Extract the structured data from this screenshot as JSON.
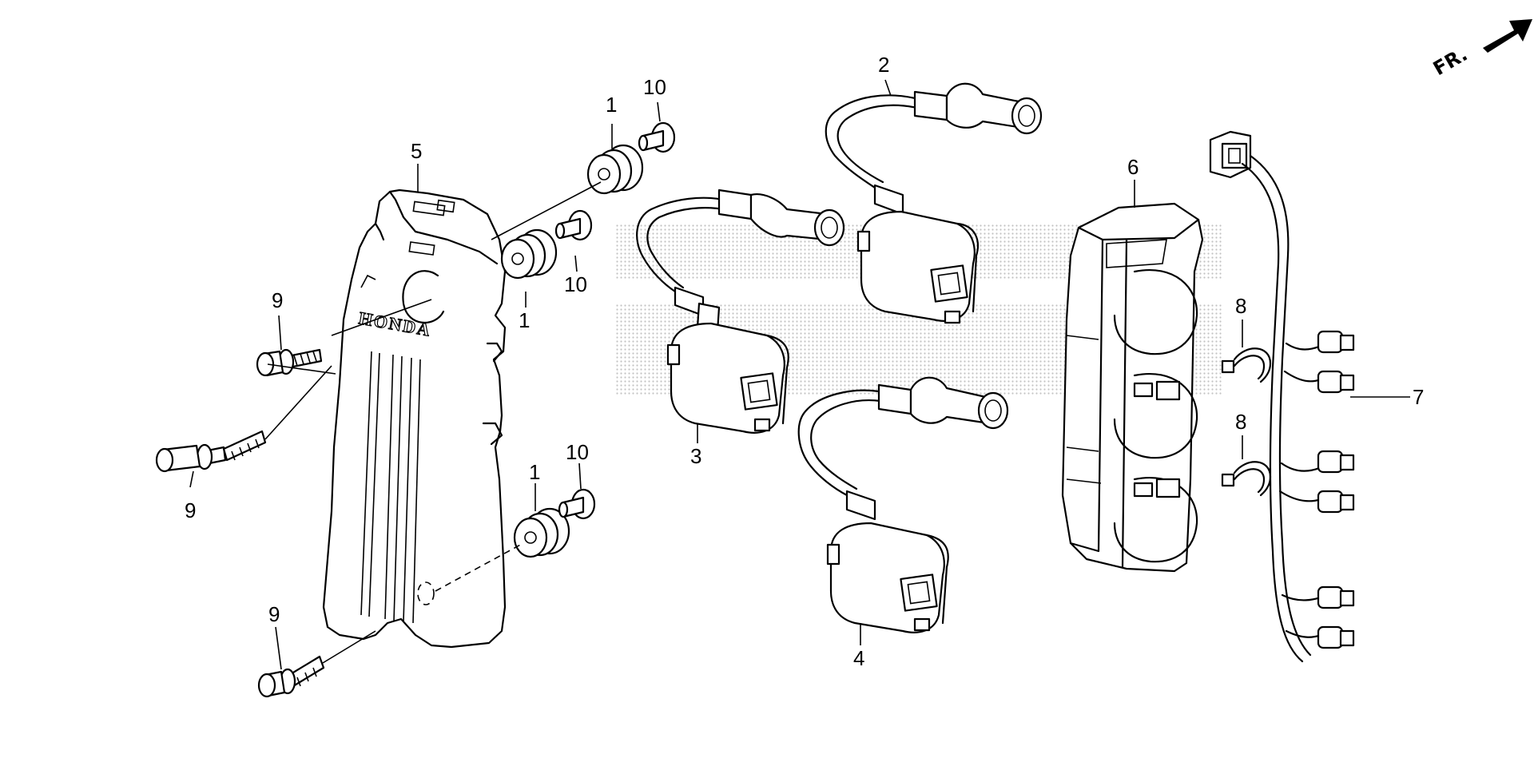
{
  "callouts": {
    "c1a": "1",
    "c1b": "1",
    "c1c": "1",
    "c2": "2",
    "c3": "3",
    "c4": "4",
    "c5": "5",
    "c6": "6",
    "c7": "7",
    "c8a": "8",
    "c8b": "8",
    "c9a": "9",
    "c9b": "9",
    "c9c": "9",
    "c10a": "10",
    "c10b": "10",
    "c10c": "10"
  },
  "cover_brand": "HONDA",
  "front_indicator": "FR.",
  "watermark_color": "#b8b8b8"
}
